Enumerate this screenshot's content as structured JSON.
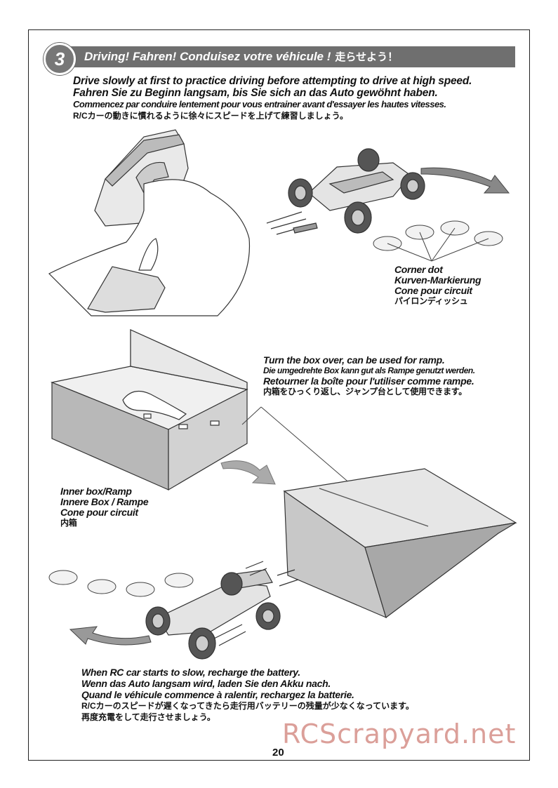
{
  "header": {
    "step_number": "3",
    "title": "Driving!  Fahren!  Conduisez votre véhicule !",
    "title_jp": "走らせよう！"
  },
  "intro": {
    "line_en": "Drive slowly at first to practice driving before attempting to drive at high speed.",
    "line_de": "Fahren Sie zu Beginn langsam, bis Sie sich an das Auto gewöhnt haben.",
    "line_fr": "Commencez par conduire lentement pour vous entrainer avant d'essayer les hautes vitesses.",
    "line_jp": "R/Cカーの動きに慣れるように徐々にスピードを上げて練習しましょう。"
  },
  "corner_dot": {
    "en": "Corner dot",
    "de": "Kurven-Markierung",
    "fr": "Cone pour circuit",
    "jp": "パイロンディッシュ"
  },
  "ramp_note": {
    "en": "Turn the box over, can be used for ramp.",
    "de": "Die umgedrehte Box kann gut als Rampe genutzt werden.",
    "fr": "Retourner la boîte pour l'utiliser comme rampe.",
    "jp": "内箱をひっくり返し、ジャンプ台として使用できます。"
  },
  "inner_box": {
    "en": "Inner box/Ramp",
    "de": "Innere Box / Rampe",
    "fr": "Cone pour circuit",
    "jp": "内箱"
  },
  "battery_note": {
    "en": "When RC car starts to slow, recharge the battery.",
    "de": "Wenn das Auto langsam wird, laden Sie den Akku nach.",
    "fr": "Quand le véhicule commence à ralentir, rechargez la batterie.",
    "jp1": "R/Cカーのスピードが遅くなってきたら走行用バッテリーの残量が少なくなっています。",
    "jp2": "再度充電をして走行させましょう。"
  },
  "page_number": "20",
  "watermark": "RCScrapyard.net",
  "icons": [
    "transmitter-icon",
    "rc-car-icon",
    "cone-dish-icon",
    "ramp-box-icon",
    "arrow-icon"
  ]
}
